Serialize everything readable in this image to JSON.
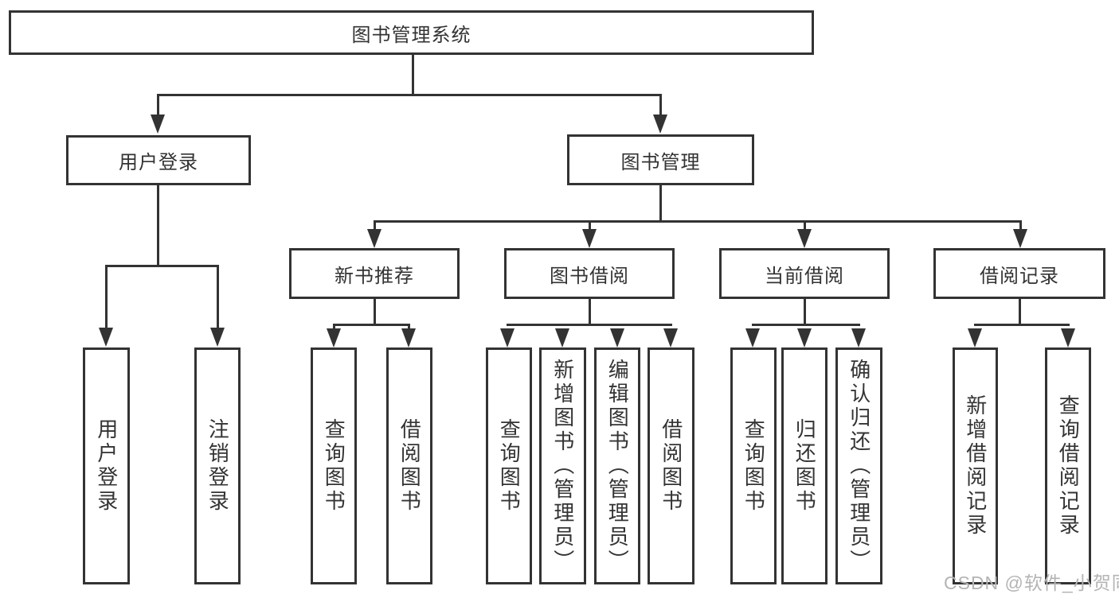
{
  "colors": {
    "line": "#333333",
    "text": "#333333",
    "background": "#ffffff",
    "watermark_color": "#b4b4b4"
  },
  "watermark": "CSDN @软件_小贺同学",
  "tree": {
    "root": {
      "label": "图书管理系统"
    },
    "branches": [
      {
        "label": "用户登录",
        "children": [
          {
            "label": "用户登录"
          },
          {
            "label": "注销登录"
          }
        ]
      },
      {
        "label": "图书管理",
        "children": [
          {
            "label": "新书推荐",
            "children": [
              {
                "label": "查询图书"
              },
              {
                "label": "借阅图书"
              }
            ]
          },
          {
            "label": "图书借阅",
            "children": [
              {
                "label": "查询图书"
              },
              {
                "label": "新增图书（管理员）"
              },
              {
                "label": "编辑图书（管理员）"
              },
              {
                "label": "借阅图书"
              }
            ]
          },
          {
            "label": "当前借阅",
            "children": [
              {
                "label": "查询图书"
              },
              {
                "label": "归还图书"
              },
              {
                "label": "确认归还（管理员）"
              }
            ]
          },
          {
            "label": "借阅记录",
            "children": [
              {
                "label": "新增借阅记录"
              },
              {
                "label": "查询借阅记录"
              }
            ]
          }
        ]
      }
    ]
  }
}
